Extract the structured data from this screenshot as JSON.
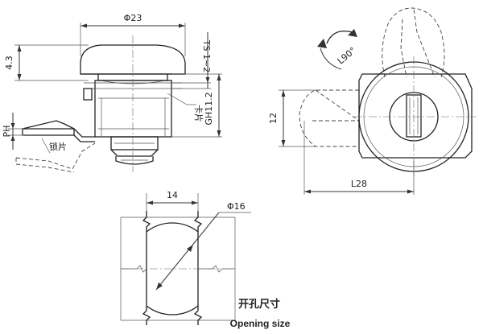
{
  "labels": {
    "dia_23": "Φ23",
    "h_4_3": "4.3",
    "ts": "TS 1~2",
    "ka_pian": "卡片",
    "gh": "GH11.2",
    "ph": "PH",
    "suo_pian": "锁片",
    "rot": "L90°",
    "h_12": "12",
    "l_28": "L28",
    "w_14": "14",
    "dia_16": "Φ16",
    "caption_cn": "开孔尺寸",
    "caption_en": "Opening size"
  }
}
